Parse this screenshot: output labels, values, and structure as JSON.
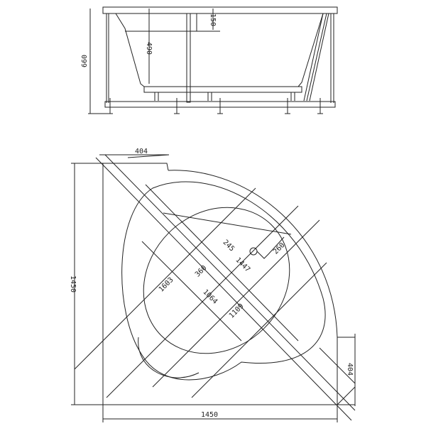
{
  "elevation": {
    "dims": {
      "total_height": "660",
      "depth": "490",
      "rim": "150"
    }
  },
  "plan": {
    "dims": {
      "top_extension": "404",
      "right_extension": "404",
      "width": "1450",
      "height": "1450",
      "a": "245",
      "b": "260",
      "c": "1447",
      "d": "360",
      "e": "1603",
      "f": "1064",
      "g": "1109"
    }
  },
  "colors": {
    "line": "#222222",
    "background": "#ffffff"
  }
}
